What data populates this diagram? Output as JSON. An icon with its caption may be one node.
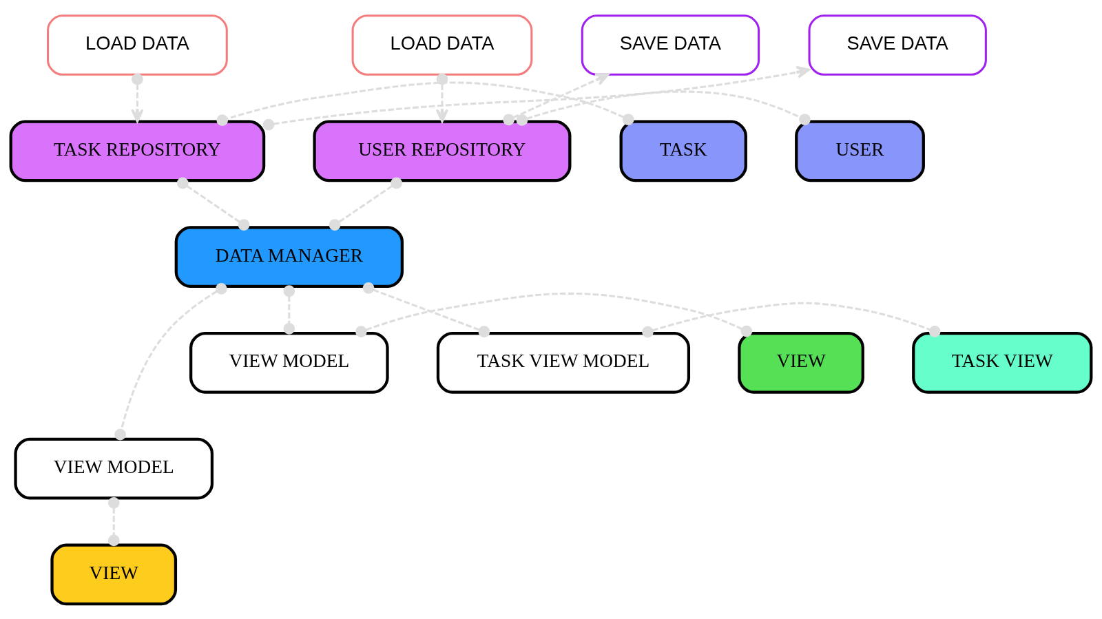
{
  "diagram": {
    "nodes": [
      {
        "text": [
          "LOAD DATA"
        ]
      },
      {
        "text": [
          "SAVE DATA"
        ]
      },
      {
        "text": [
          "SAVE DATA"
        ]
      },
      {
        "text": [
          "LOAD DATA"
        ]
      },
      {
        "text": [
          "TASK"
        ]
      },
      {
        "text": [
          "TASK REPOSITORY"
        ]
      },
      {
        "text": [
          "USER REPOSITORY"
        ]
      },
      {
        "text": [
          "USER"
        ]
      },
      {
        "text": [
          "DATA MANAGER"
        ]
      },
      {
        "text": [
          "VIEW"
        ]
      },
      {
        "text": [
          "VIEW MODEL"
        ]
      },
      {
        "text": [
          "TASK VIEW MODEL"
        ]
      },
      {
        "text": [
          "TASK VIEW"
        ]
      },
      {
        "text": [
          "VIEW MODEL"
        ]
      },
      {
        "text": [
          "VIEW"
        ]
      }
    ],
    "edges": [
      {
        "from": 0,
        "to": 5,
        "arrow": "to",
        "style": "dashed"
      },
      {
        "from": 5,
        "to": 1,
        "arrow": "to",
        "style": "dashed"
      },
      {
        "from": 6,
        "to": 2,
        "arrow": "to",
        "style": "dashed"
      },
      {
        "from": 3,
        "to": 6,
        "arrow": "to",
        "style": "dashed"
      },
      {
        "from": 4,
        "to": 5,
        "arrow": "other",
        "style": "dashed"
      },
      {
        "from": 6,
        "to": 7,
        "arrow": "other",
        "style": "dashed"
      },
      {
        "from": 5,
        "to": 8,
        "arrow": "other",
        "style": "dashed"
      },
      {
        "from": 6,
        "to": 8,
        "arrow": "other",
        "style": "dashed"
      },
      {
        "from": 8,
        "to": 10,
        "arrow": "other",
        "style": "dashed"
      },
      {
        "from": 8,
        "to": 11,
        "arrow": "other",
        "style": "dashed"
      },
      {
        "from": 8,
        "to": 13,
        "arrow": "other",
        "style": "dashed"
      },
      {
        "from": 9,
        "to": 10,
        "arrow": "other",
        "style": "dashed"
      },
      {
        "from": 11,
        "to": 12,
        "arrow": "other",
        "style": "dashed"
      },
      {
        "from": 13,
        "to": 14,
        "arrow": "other",
        "style": "dashed"
      }
    ]
  }
}
